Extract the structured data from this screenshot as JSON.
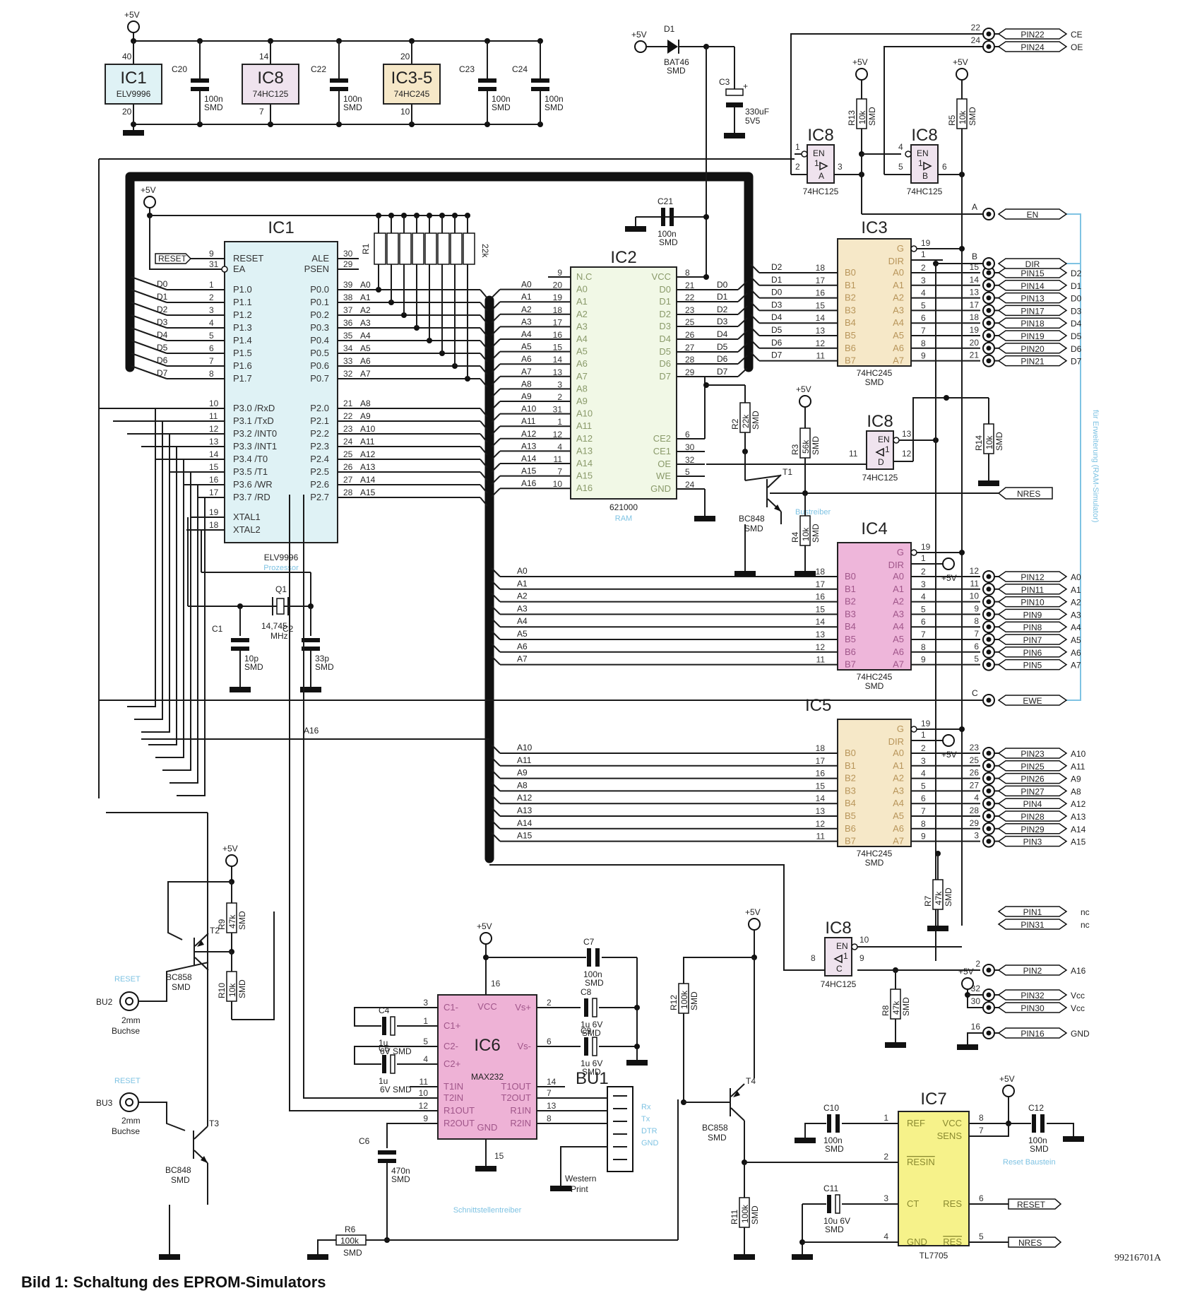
{
  "figure": {
    "caption": "Bild 1: Schaltung des EPROM-Simulators",
    "document_id": "99216701A"
  },
  "colors": {
    "ic1_fill": "#dff2f5",
    "ic8_fill": "#efe3ee",
    "ic245_fill": "#f6e8c8",
    "ic2_fill": "#f1f8e6",
    "ic4_fill": "#eeb6da",
    "ic6_fill": "#eeb2d6",
    "ic7_fill": "#f6f28a",
    "blue_note": "#7fc3e3",
    "wire": "#1a1a1a"
  },
  "power": {
    "vcc_label": "+5V",
    "decoupling": [
      {
        "ref": "IC1",
        "part": "ELV9996",
        "vcc_pin": "40",
        "gnd_pin": "20"
      },
      {
        "ref": "C20",
        "value": "100n",
        "pkg": "SMD"
      },
      {
        "ref": "IC8",
        "part": "74HC125",
        "vcc_pin": "14",
        "gnd_pin": "7"
      },
      {
        "ref": "C22",
        "value": "100n",
        "pkg": "SMD"
      },
      {
        "ref": "IC3-5",
        "part": "74HC245",
        "vcc_pin": "20",
        "gnd_pin": "10"
      },
      {
        "ref": "C23",
        "value": "100n",
        "pkg": "SMD"
      },
      {
        "ref": "C24",
        "value": "100n",
        "pkg": "SMD"
      }
    ]
  },
  "d1": {
    "ref": "D1",
    "part": "BAT46",
    "pkg": "SMD",
    "supply": "+5V"
  },
  "c3": {
    "ref": "C3",
    "value": "330uF",
    "voltage": "5V5",
    "plus": "+"
  },
  "c21": {
    "ref": "C21",
    "value": "100n",
    "pkg": "SMD"
  },
  "ic1": {
    "ref": "IC1",
    "part": "ELV9996",
    "note": "Prozessor",
    "left_pins": [
      {
        "num": "9",
        "name": "RESET",
        "net": "RESET"
      },
      {
        "num": "31",
        "name": "EA",
        "net": ""
      },
      {
        "num": "1",
        "name": "P1.0",
        "net": "D0"
      },
      {
        "num": "2",
        "name": "P1.1",
        "net": "D1"
      },
      {
        "num": "3",
        "name": "P1.2",
        "net": "D2"
      },
      {
        "num": "4",
        "name": "P1.3",
        "net": "D3"
      },
      {
        "num": "5",
        "name": "P1.4",
        "net": "D4"
      },
      {
        "num": "6",
        "name": "P1.5",
        "net": "D5"
      },
      {
        "num": "7",
        "name": "P1.6",
        "net": "D6"
      },
      {
        "num": "8",
        "name": "P1.7",
        "net": "D7"
      },
      {
        "num": "10",
        "name": "P3.0 /RxD",
        "net": ""
      },
      {
        "num": "11",
        "name": "P3.1 /TxD",
        "net": ""
      },
      {
        "num": "12",
        "name": "P3.2 /INT0",
        "net": ""
      },
      {
        "num": "13",
        "name": "P3.3 /INT1",
        "net": ""
      },
      {
        "num": "14",
        "name": "P3.4 /T0",
        "net": ""
      },
      {
        "num": "15",
        "name": "P3.5 /T1",
        "net": ""
      },
      {
        "num": "16",
        "name": "P3.6 /WR",
        "net": ""
      },
      {
        "num": "17",
        "name": "P3.7 /RD",
        "net": ""
      },
      {
        "num": "19",
        "name": "XTAL1",
        "net": ""
      },
      {
        "num": "18",
        "name": "XTAL2",
        "net": ""
      }
    ],
    "right_pins": [
      {
        "num": "30",
        "name": "ALE",
        "net": ""
      },
      {
        "num": "29",
        "name": "PSEN",
        "net": ""
      },
      {
        "num": "39",
        "name": "P0.0",
        "net": "A0"
      },
      {
        "num": "38",
        "name": "P0.1",
        "net": "A1"
      },
      {
        "num": "37",
        "name": "P0.2",
        "net": "A2"
      },
      {
        "num": "36",
        "name": "P0.3",
        "net": "A3"
      },
      {
        "num": "35",
        "name": "P0.4",
        "net": "A4"
      },
      {
        "num": "34",
        "name": "P0.5",
        "net": "A5"
      },
      {
        "num": "33",
        "name": "P0.6",
        "net": "A6"
      },
      {
        "num": "32",
        "name": "P0.7",
        "net": "A7"
      },
      {
        "num": "21",
        "name": "P2.0",
        "net": "A8"
      },
      {
        "num": "22",
        "name": "P2.1",
        "net": "A9"
      },
      {
        "num": "23",
        "name": "P2.2",
        "net": "A10"
      },
      {
        "num": "24",
        "name": "P2.3",
        "net": "A11"
      },
      {
        "num": "25",
        "name": "P2.4",
        "net": "A12"
      },
      {
        "num": "26",
        "name": "P2.5",
        "net": "A13"
      },
      {
        "num": "27",
        "name": "P2.6",
        "net": "A14"
      },
      {
        "num": "28",
        "name": "P2.7",
        "net": "A15"
      }
    ]
  },
  "r1": {
    "ref": "R1",
    "value": "22k"
  },
  "crystal": {
    "ref": "Q1",
    "freq": "14,745",
    "unit": "MHz",
    "c1": {
      "ref": "C1",
      "value": "10p",
      "pkg": "SMD"
    },
    "c2": {
      "ref": "C2",
      "value": "33p",
      "pkg": "SMD"
    }
  },
  "ic2": {
    "ref": "IC2",
    "part": "621000",
    "note": "RAM",
    "left_pins": [
      {
        "num": "9",
        "name": "N.C",
        "net": ""
      },
      {
        "num": "20",
        "name": "A0",
        "net": "A0"
      },
      {
        "num": "19",
        "name": "A1",
        "net": "A1"
      },
      {
        "num": "18",
        "name": "A2",
        "net": "A2"
      },
      {
        "num": "17",
        "name": "A3",
        "net": "A3"
      },
      {
        "num": "16",
        "name": "A4",
        "net": "A4"
      },
      {
        "num": "15",
        "name": "A5",
        "net": "A5"
      },
      {
        "num": "14",
        "name": "A6",
        "net": "A6"
      },
      {
        "num": "13",
        "name": "A7",
        "net": "A7"
      },
      {
        "num": "3",
        "name": "A8",
        "net": "A8"
      },
      {
        "num": "2",
        "name": "A9",
        "net": "A9"
      },
      {
        "num": "31",
        "name": "A10",
        "net": "A10"
      },
      {
        "num": "1",
        "name": "A11",
        "net": "A11"
      },
      {
        "num": "12",
        "name": "A12",
        "net": "A12"
      },
      {
        "num": "4",
        "name": "A13",
        "net": "A13"
      },
      {
        "num": "11",
        "name": "A14",
        "net": "A14"
      },
      {
        "num": "7",
        "name": "A15",
        "net": "A15"
      },
      {
        "num": "10",
        "name": "A16",
        "net": "A16"
      }
    ],
    "right_pins": [
      {
        "num": "8",
        "name": "VCC",
        "net": ""
      },
      {
        "num": "21",
        "name": "D0",
        "net": "D0"
      },
      {
        "num": "22",
        "name": "D1",
        "net": "D1"
      },
      {
        "num": "23",
        "name": "D2",
        "net": "D2"
      },
      {
        "num": "25",
        "name": "D3",
        "net": "D3"
      },
      {
        "num": "26",
        "name": "D4",
        "net": "D4"
      },
      {
        "num": "27",
        "name": "D5",
        "net": "D5"
      },
      {
        "num": "28",
        "name": "D6",
        "net": "D6"
      },
      {
        "num": "29",
        "name": "D7",
        "net": "D7"
      },
      {
        "num": "6",
        "name": "CE2",
        "net": ""
      },
      {
        "num": "30",
        "name": "CE1",
        "net": ""
      },
      {
        "num": "32",
        "name": "OE",
        "net": ""
      },
      {
        "num": "5",
        "name": "WE",
        "net": ""
      },
      {
        "num": "24",
        "name": "GND",
        "net": ""
      }
    ]
  },
  "ic8_gates": [
    {
      "ref": "IC8",
      "part": "74HC125",
      "gate": "A",
      "en_pin": "1",
      "in_pin": "2",
      "out_pin": "3"
    },
    {
      "ref": "IC8",
      "part": "74HC125",
      "gate": "B",
      "en_pin": "4",
      "in_pin": "5",
      "out_pin": "6"
    },
    {
      "ref": "IC8",
      "part": "74HC125",
      "gate": "D",
      "en_pin": "13",
      "in_pin": "11",
      "out_pin": "12"
    },
    {
      "ref": "IC8",
      "part": "74HC125",
      "gate": "C",
      "en_pin": "10",
      "in_pin": "8",
      "out_pin": "9"
    }
  ],
  "gate_labels": {
    "en": "EN",
    "sym": "1"
  },
  "resistors": [
    {
      "ref": "R13",
      "value": "10k",
      "pkg": "SMD"
    },
    {
      "ref": "R5",
      "value": "10k",
      "pkg": "SMD"
    },
    {
      "ref": "R2",
      "value": "22k",
      "pkg": "SMD"
    },
    {
      "ref": "R3",
      "value": "56k",
      "pkg": "SMD"
    },
    {
      "ref": "R4",
      "value": "10k",
      "pkg": "SMD"
    },
    {
      "ref": "R14",
      "value": "10k",
      "pkg": "SMD"
    },
    {
      "ref": "R7",
      "value": "47k",
      "pkg": "SMD"
    },
    {
      "ref": "R8",
      "value": "47k",
      "pkg": "SMD"
    },
    {
      "ref": "R9",
      "value": "47k",
      "pkg": "SMD"
    },
    {
      "ref": "R10",
      "value": "10k",
      "pkg": "SMD"
    },
    {
      "ref": "R12",
      "value": "100k",
      "pkg": "SMD"
    },
    {
      "ref": "R11",
      "value": "100k",
      "pkg": "SMD"
    },
    {
      "ref": "R6",
      "value": "100k",
      "pkg": "SMD"
    }
  ],
  "transistors": [
    {
      "ref": "T1",
      "part": "BC848",
      "pkg": "SMD"
    },
    {
      "ref": "T2",
      "part": "BC858",
      "pkg": "SMD"
    },
    {
      "ref": "T3",
      "part": "BC848",
      "pkg": "SMD"
    },
    {
      "ref": "T4",
      "part": "BC858",
      "pkg": "SMD"
    }
  ],
  "bus_driver_note": "Bustreiber",
  "transceivers": [
    {
      "ref": "IC3",
      "part": "74HC245",
      "pkg": "SMD",
      "g_pin": "19",
      "dir_pin": "1",
      "b_nets": [
        "D2",
        "D1",
        "D0",
        "D3",
        "D4",
        "D5",
        "D6",
        "D7"
      ],
      "b_pins": [
        "18",
        "17",
        "16",
        "15",
        "14",
        "13",
        "12",
        "11"
      ],
      "a_pins": [
        "2",
        "3",
        "4",
        "5",
        "6",
        "7",
        "8",
        "9"
      ],
      "conn_pins": [
        "15",
        "14",
        "13",
        "17",
        "18",
        "19",
        "20",
        "21"
      ],
      "conn_labels": [
        "PIN15",
        "PIN14",
        "PIN13",
        "PIN17",
        "PIN18",
        "PIN19",
        "PIN20",
        "PIN21"
      ],
      "conn_signals": [
        "D2",
        "D1",
        "D0",
        "D3",
        "D4",
        "D5",
        "D6",
        "D7"
      ]
    },
    {
      "ref": "IC4",
      "part": "74HC245",
      "pkg": "SMD",
      "g_pin": "19",
      "dir_pin": "1",
      "b_nets": [
        "A0",
        "A1",
        "A2",
        "A3",
        "A4",
        "A5",
        "A6",
        "A7"
      ],
      "b_pins": [
        "18",
        "17",
        "16",
        "15",
        "14",
        "13",
        "12",
        "11"
      ],
      "a_pins": [
        "2",
        "3",
        "4",
        "5",
        "6",
        "7",
        "8",
        "9"
      ],
      "conn_pins": [
        "12",
        "11",
        "10",
        "9",
        "8",
        "7",
        "6",
        "5"
      ],
      "conn_labels": [
        "PIN12",
        "PIN11",
        "PIN10",
        "PIN9",
        "PIN8",
        "PIN7",
        "PIN6",
        "PIN5"
      ],
      "conn_signals": [
        "A0",
        "A1",
        "A2",
        "A3",
        "A4",
        "A5",
        "A6",
        "A7"
      ]
    },
    {
      "ref": "IC5",
      "part": "74HC245",
      "pkg": "SMD",
      "g_pin": "19",
      "dir_pin": "1",
      "b_nets": [
        "A10",
        "A11",
        "A9",
        "A8",
        "A12",
        "A13",
        "A14",
        "A15"
      ],
      "b_pins": [
        "18",
        "17",
        "16",
        "15",
        "14",
        "13",
        "12",
        "11"
      ],
      "a_pins": [
        "2",
        "3",
        "4",
        "5",
        "6",
        "7",
        "8",
        "9"
      ],
      "conn_pins": [
        "23",
        "25",
        "26",
        "27",
        "4",
        "28",
        "29",
        "3"
      ],
      "conn_labels": [
        "PIN23",
        "PIN25",
        "PIN26",
        "PIN27",
        "PIN4",
        "PIN28",
        "PIN29",
        "PIN3"
      ],
      "conn_signals": [
        "A10",
        "A11",
        "A9",
        "A8",
        "A12",
        "A13",
        "A14",
        "A15"
      ]
    }
  ],
  "pin245": {
    "b": [
      "B0",
      "B1",
      "B2",
      "B3",
      "B4",
      "B5",
      "B6",
      "B7"
    ],
    "a": [
      "A0",
      "A1",
      "A2",
      "A3",
      "A4",
      "A5",
      "A6",
      "A7"
    ],
    "g": "G",
    "dir": "DIR"
  },
  "eprom_socket": [
    {
      "pin": "22",
      "label": "PIN22",
      "signal": "CE"
    },
    {
      "pin": "24",
      "label": "PIN24",
      "signal": "OE"
    },
    {
      "pin": "2",
      "label": "PIN2",
      "signal": "A16"
    },
    {
      "pin": "32",
      "label": "PIN32",
      "signal": "Vcc"
    },
    {
      "pin": "30",
      "label": "PIN30",
      "signal": "Vcc"
    },
    {
      "pin": "16",
      "label": "PIN16",
      "signal": "GND"
    },
    {
      "pin": "",
      "label": "PIN1",
      "signal": "nc"
    },
    {
      "pin": "",
      "label": "PIN31",
      "signal": "nc"
    }
  ],
  "expansion": {
    "note": "für Erweiterung (RAM-Simulator)",
    "ports": [
      {
        "pin": "A",
        "label": "EN"
      },
      {
        "pin": "B",
        "label": "DIR"
      },
      {
        "pin": "C",
        "label": "EWE"
      }
    ],
    "nres_label": "NRES"
  },
  "bus_a16_label": "A16",
  "reset_jacks": [
    {
      "ref": "BU2",
      "note": "RESET",
      "desc1": "2mm",
      "desc2": "Buchse"
    },
    {
      "ref": "BU3",
      "note": "RESET",
      "desc1": "2mm",
      "desc2": "Buchse"
    }
  ],
  "ic6": {
    "ref": "IC6",
    "part": "MAX232",
    "note": "Schnittstellentreiber",
    "vcc_pin": "16",
    "gnd_pin": "15",
    "left_pins": [
      {
        "num": "3",
        "name": "C1-"
      },
      {
        "num": "1",
        "name": "C1+"
      },
      {
        "num": "5",
        "name": "C2-"
      },
      {
        "num": "4",
        "name": "C2+"
      },
      {
        "num": "11",
        "name": "T1IN"
      },
      {
        "num": "10",
        "name": "T2IN"
      },
      {
        "num": "12",
        "name": "R1OUT"
      },
      {
        "num": "9",
        "name": "R2OUT"
      }
    ],
    "right_pins": [
      {
        "num": "2",
        "name": "Vs+"
      },
      {
        "num": "6",
        "name": "Vs-"
      },
      {
        "num": "14",
        "name": "T1OUT"
      },
      {
        "num": "7",
        "name": "T2OUT"
      },
      {
        "num": "13",
        "name": "R1IN"
      },
      {
        "num": "8",
        "name": "R2IN"
      }
    ],
    "vcc_name": "VCC",
    "gnd_name": "GND",
    "caps": [
      {
        "ref": "C4",
        "value": "1u",
        "voltage": "6V",
        "pkg": "SMD"
      },
      {
        "ref": "C5",
        "value": "1u",
        "voltage": "6V",
        "pkg": "SMD"
      },
      {
        "ref": "C7",
        "value": "100n",
        "pkg": "SMD"
      },
      {
        "ref": "C8",
        "value": "1u 6V",
        "pkg": "SMD"
      },
      {
        "ref": "C9",
        "value": "1u 6V",
        "pkg": "SMD"
      },
      {
        "ref": "C6",
        "value": "470n",
        "pkg": "SMD"
      }
    ]
  },
  "bu1": {
    "ref": "BU1",
    "desc1": "Western",
    "desc2": "Print",
    "signals": [
      "Rx",
      "Tx",
      "DTR",
      "GND"
    ]
  },
  "ic7": {
    "ref": "IC7",
    "part": "TL7705",
    "note": "Reset Baustein",
    "left_pins": [
      {
        "num": "1",
        "name": "REF"
      },
      {
        "num": "2",
        "name": "RESIN"
      },
      {
        "num": "3",
        "name": "CT"
      },
      {
        "num": "4",
        "name": "GND"
      }
    ],
    "right_pins": [
      {
        "num": "8",
        "name": "VCC"
      },
      {
        "num": "7",
        "name": "SENS"
      },
      {
        "num": "6",
        "name": "RES"
      },
      {
        "num": "5",
        "name": "RES"
      }
    ],
    "c10": {
      "ref": "C10",
      "value": "100n",
      "pkg": "SMD"
    },
    "c11": {
      "ref": "C11",
      "value": "10u 6V",
      "pkg": "SMD"
    },
    "c12": {
      "ref": "C12",
      "value": "100n",
      "pkg": "SMD"
    },
    "out_reset": "RESET",
    "out_nres": "NRES"
  }
}
